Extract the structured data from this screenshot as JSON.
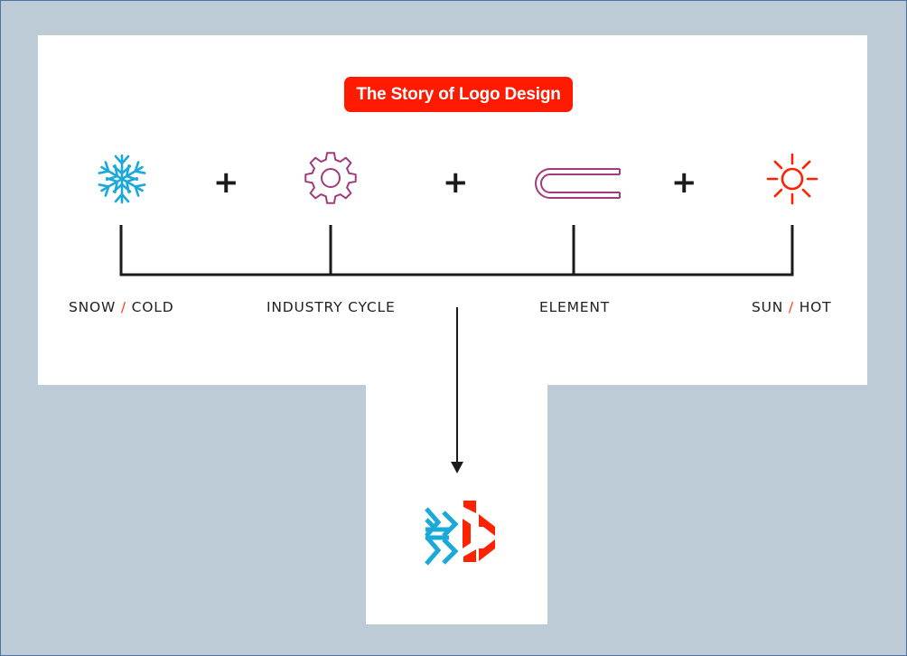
{
  "title": "The Story of Logo Design",
  "plus_sign": "+",
  "slash": "/",
  "labels": {
    "snow_word": "SNOW",
    "cold_word": "COLD",
    "industry": "INDUSTRY CYCLE",
    "element": "ELEMENT",
    "sun_word": "SUN",
    "hot_word": "HOT"
  },
  "colors": {
    "background": "#bccbd5",
    "title_badge": "#ff1a00",
    "snowflake": "#1aa9d9",
    "gear": "#a23a7c",
    "element": "#a23a7c",
    "sun": "#ff2200",
    "logo_blue": "#1aa9d9",
    "logo_red": "#ff2200",
    "lines": "#1b1b1b"
  },
  "icons": [
    "snowflake-icon",
    "gear-icon",
    "heating-element-icon",
    "sun-icon",
    "final-logo-icon"
  ]
}
